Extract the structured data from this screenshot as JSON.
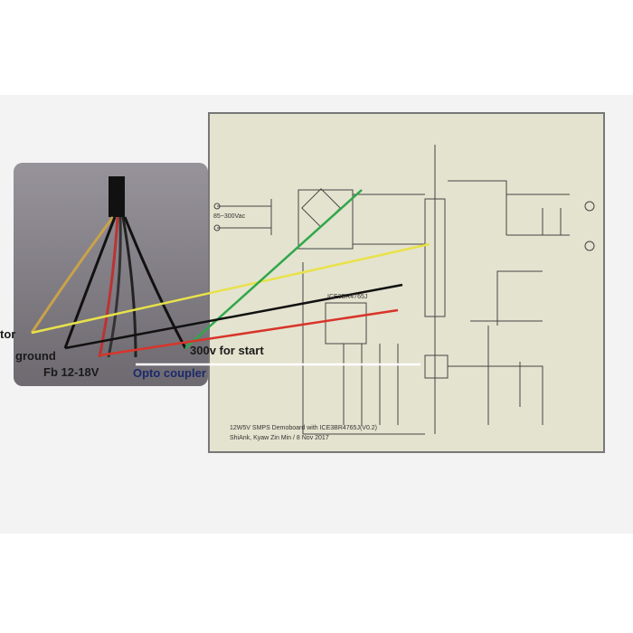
{
  "labels": {
    "tor": "tor",
    "ground": "ground",
    "fb": "Fb 12-18V",
    "opto": "Opto coupler",
    "start": "300v for start"
  },
  "schematic": {
    "caption_line1": "12W5V SMPS Demoboard with ICE3BR4765J(V0.2)",
    "caption_line2": "ShiAnk, Kyaw Zin Min / 8 Nov 2017",
    "ic_label": "ICE3BR4765J",
    "input_label": "85~300Vac"
  },
  "colors": {
    "yellow": "#e8e24a",
    "green": "#2fa84a",
    "black": "#111111",
    "red": "#d8352a",
    "white": "#ffffff",
    "paper": "#e4e3cf"
  }
}
